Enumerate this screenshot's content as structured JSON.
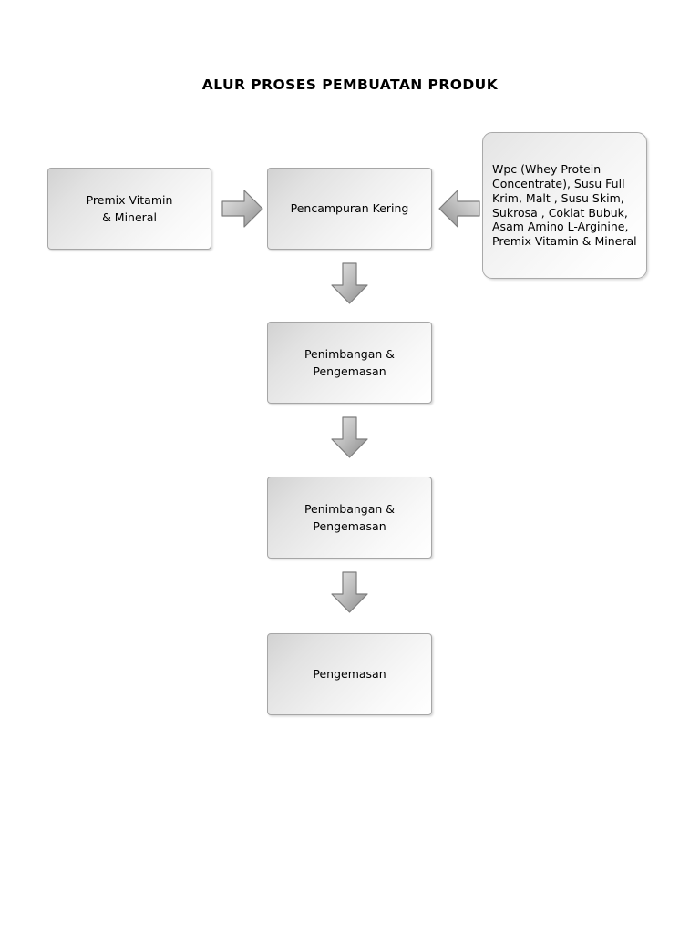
{
  "title": "ALUR PROSES PEMBUATAN PRODUK",
  "nodes": {
    "premix": "Premix Vitamin\n& Mineral",
    "mixing": "Pencampuran Kering",
    "weighing_packing_1": "Penimbangan &\nPengemasan",
    "weighing_packing_2": "Penimbangan &\nPengemasan",
    "packing": "Pengemasan"
  },
  "note": {
    "ingredients": "Wpc (Whey Protein Concentrate), Susu Full Krim, Malt , Susu Skim, Sukrosa , Coklat Bubuk, Asam Amino L-Arginine, Premix Vitamin & Mineral"
  },
  "arrows": {
    "premix_to_mixing": "arrow-right",
    "ingredients_to_mixing": "arrow-left",
    "mixing_to_step1": "arrow-down",
    "step1_to_step2": "arrow-down",
    "step2_to_packing": "arrow-down"
  },
  "colors": {
    "background": "#ffffff",
    "box_border": "#a6a6a6",
    "box_fill_light": "#ffffff",
    "box_fill_dark": "#d2d2d2",
    "arrow_border": "#808080",
    "arrow_fill_light": "#d8d8d8",
    "arrow_fill_dark": "#8f8f8f",
    "text": "#000000"
  }
}
